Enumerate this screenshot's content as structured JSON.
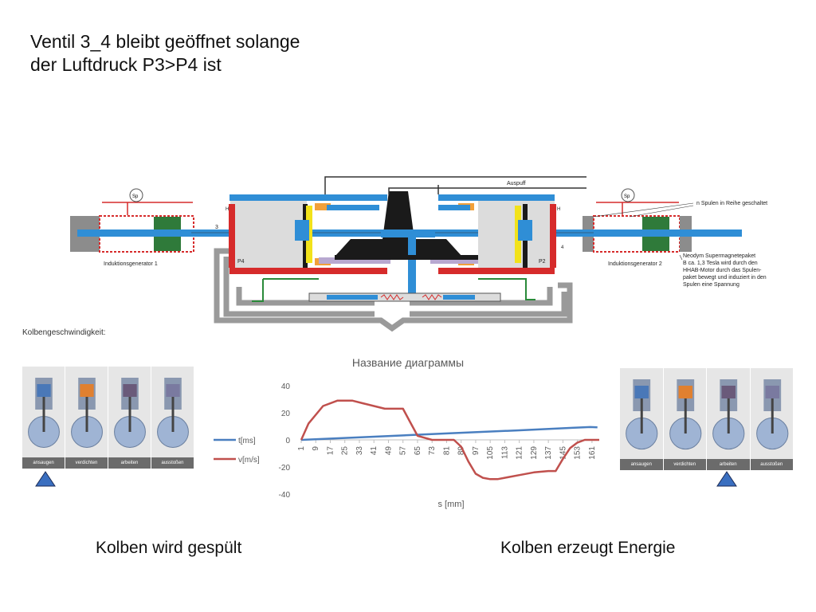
{
  "heading": {
    "line1": "Ventil 3_4 bleibt geöffnet solange",
    "line2": "der Luftdruck P3>P4 ist"
  },
  "diagram": {
    "labels": {
      "auspuff": "Auspuff",
      "spulen_note": "n Spulen in Reihe geschaltet",
      "gen_left": "Induktionsgenerator 1",
      "gen_right": "Induktionsgenerator 2",
      "neodym_l1": "Neodym Supermagnetepaket",
      "neodym_l2": "B ca. 1,3 Tesla wird durch den",
      "neodym_l3": "HHAB-Motor durch das Spulen-",
      "neodym_l4": "paket bewegt und induziert in den",
      "neodym_l5": "Spulen eine Spannung",
      "p4": "P4",
      "p2": "P2",
      "h_left": "H",
      "h_right": "H",
      "num3": "3",
      "num4": "4",
      "gauge": "Sp"
    }
  },
  "speed_label": "Kolbengeschwindigkeit:",
  "engine_strips": {
    "labels": [
      "ansaugen",
      "verdichten",
      "arbeiten",
      "ausstoßen"
    ]
  },
  "captions": {
    "left": "Kolben wird gespült",
    "right": "Kolben erzeugt Energie"
  },
  "colors": {
    "shaft_blue": "#2f8ed6",
    "wall_red": "#d62b2b",
    "frame_gray": "#9a9a9a",
    "t_series": "#4a7fc0",
    "v_series": "#c0504d",
    "marker_blue": "#3a6fc0"
  },
  "chart_data": {
    "type": "line",
    "title": "Название диаграммы",
    "xlabel": "s [mm]",
    "ylabel": "",
    "ylim": [
      -40,
      40
    ],
    "yticks": [
      -40,
      -20,
      0,
      20,
      40
    ],
    "x_tick_labels": [
      "1",
      "9",
      "17",
      "25",
      "33",
      "41",
      "49",
      "57",
      "65",
      "73",
      "81",
      "89",
      "97",
      "105",
      "113",
      "121",
      "129",
      "137",
      "145",
      "153",
      "161"
    ],
    "series": [
      {
        "name": "t[ms]",
        "x": [
          1,
          40,
          80,
          120,
          150,
          160,
          164
        ],
        "values": [
          0,
          2.3,
          4.7,
          7.0,
          8.9,
          9.5,
          9.3
        ]
      },
      {
        "name": "v[m/s]",
        "x": [
          1,
          5,
          13,
          21,
          29,
          35,
          41,
          47,
          53,
          57,
          61,
          65,
          73,
          81,
          85,
          89,
          93,
          97,
          101,
          105,
          109,
          113,
          121,
          129,
          137,
          141,
          145,
          149,
          153,
          157,
          161,
          165
        ],
        "values": [
          0,
          12,
          25,
          29,
          29,
          27,
          25,
          23,
          23,
          23,
          13,
          3,
          0,
          0,
          0,
          -5,
          -16,
          -25,
          -28,
          -29,
          -29,
          -28,
          -26,
          -24,
          -23,
          -23,
          -14,
          -6,
          -2,
          0,
          0,
          0
        ]
      }
    ],
    "legend": "left"
  }
}
